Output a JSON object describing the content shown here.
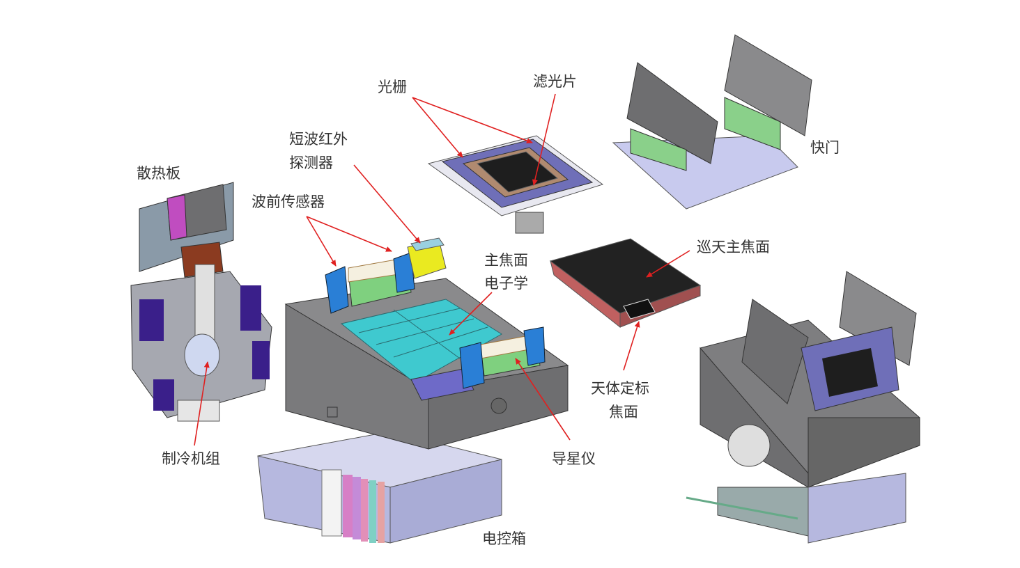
{
  "labels": {
    "grating": "光栅",
    "filter": "滤光片",
    "shutter": "快门",
    "swir_detector_1": "短波红外",
    "swir_detector_2": "探测器",
    "radiator": "散热板",
    "wavefront_sensor": "波前传感器",
    "focal_plane_electronics_1": "主焦面",
    "focal_plane_electronics_2": "电子学",
    "survey_focal_plane": "巡天主焦面",
    "calibration_focal_plane_1": "天体定标",
    "calibration_focal_plane_2": "焦面",
    "cryocooler": "制冷机组",
    "guider": "导星仪",
    "control_box": "电控箱"
  },
  "colors": {
    "arrow": "#e02020",
    "housing": "#7c7c7e",
    "detector": "#3fc9cf",
    "wfs": "#2a7fd6",
    "swir": "#eaea20",
    "tile": "#222222",
    "lavender": "#b9bce4"
  }
}
